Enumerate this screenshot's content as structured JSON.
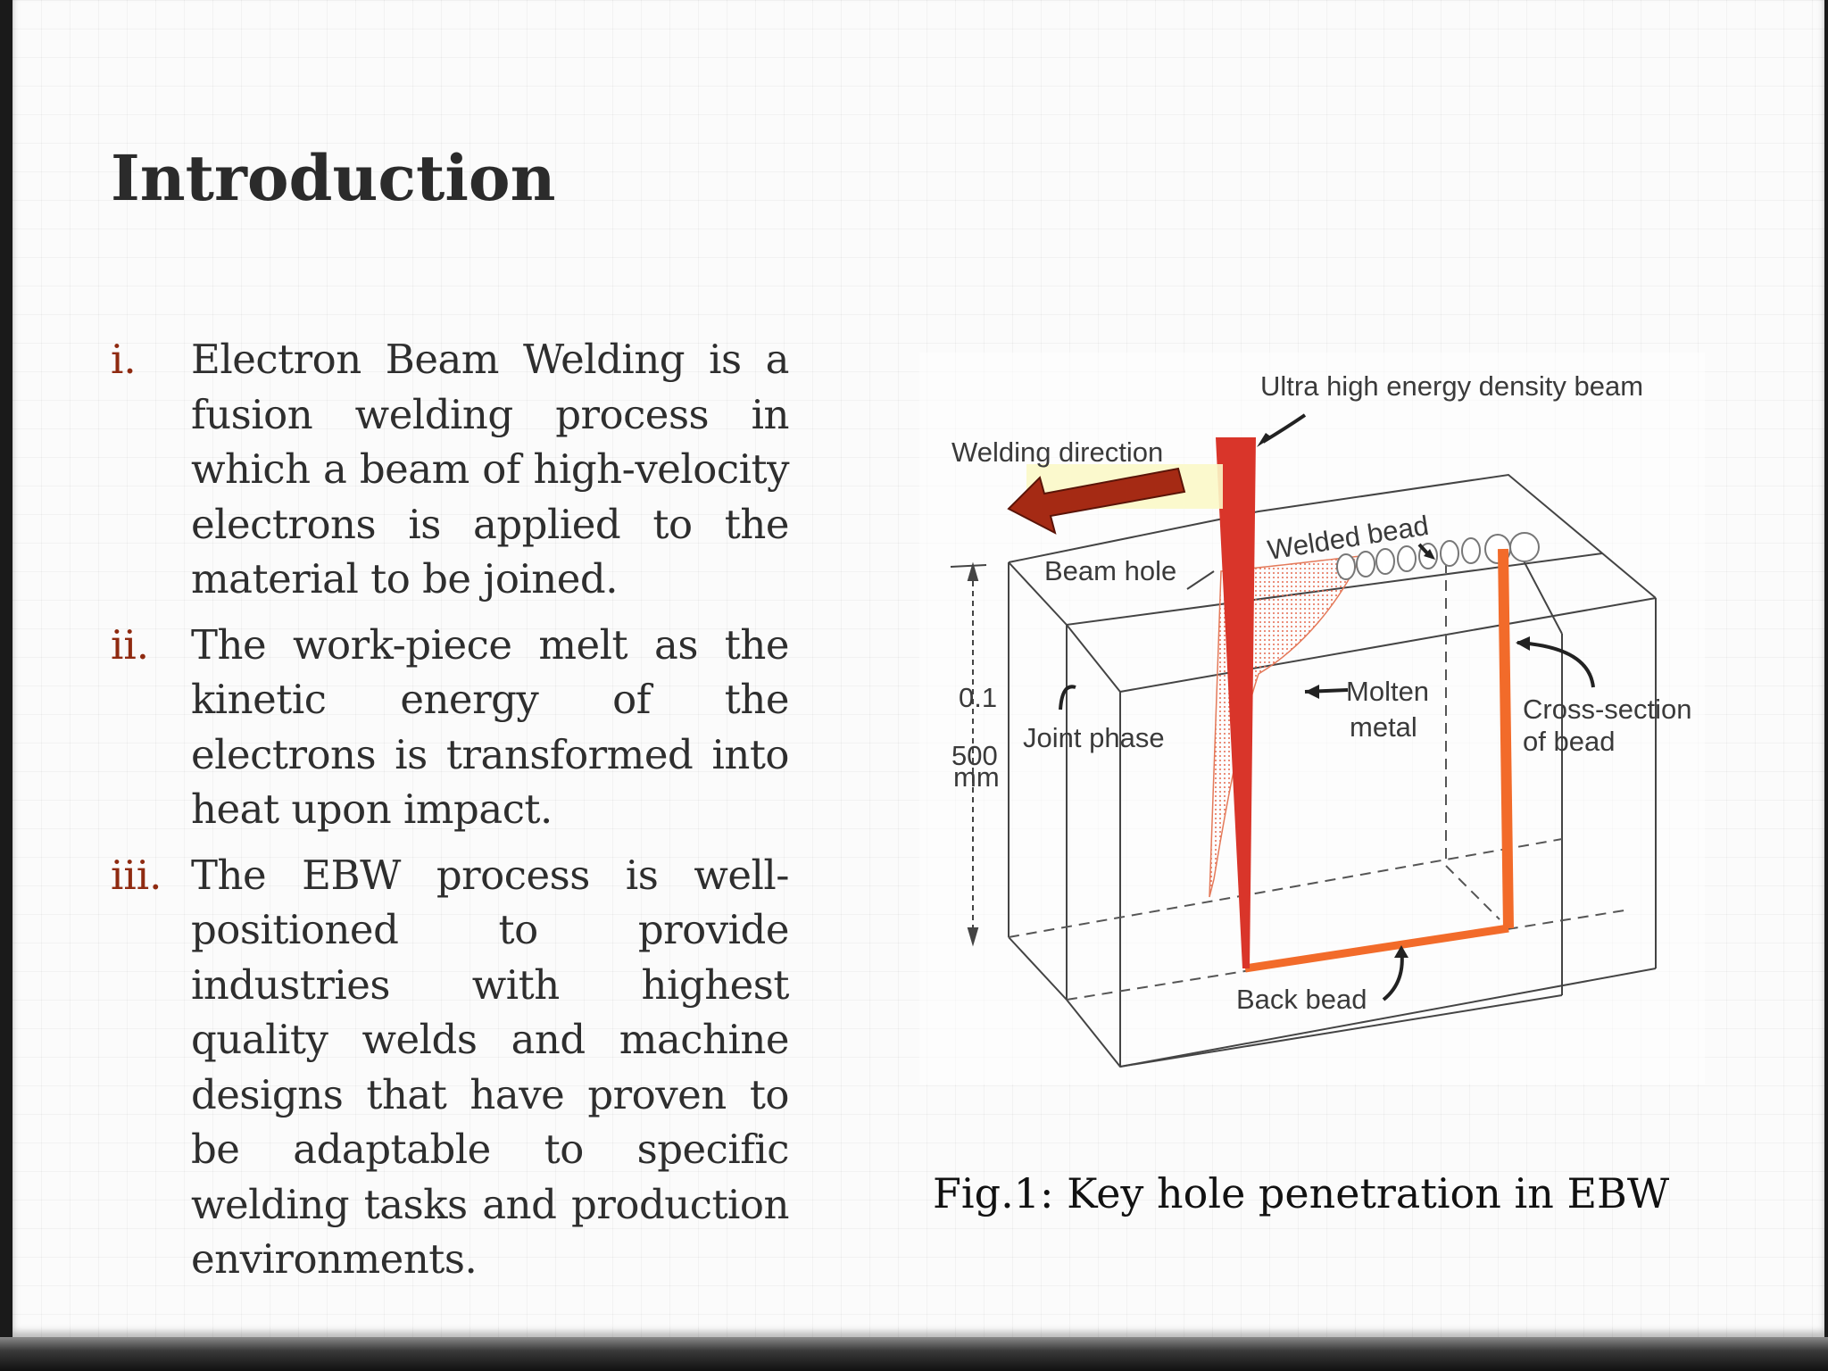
{
  "slide": {
    "title": "Introduction",
    "items": [
      {
        "marker": "i.",
        "text": "Electron Beam Welding is a fusion welding process in which a beam of high-velocity electrons is applied to the material to be joined."
      },
      {
        "marker": "ii.",
        "text": "The work-piece melt as the kinetic energy of the electrons is transformed into heat upon impact."
      },
      {
        "marker": "iii.",
        "text": "The EBW process is well-positioned to provide industries with highest quality welds and machine designs that have proven to be adaptable to specific welding tasks and production environments."
      }
    ],
    "figure": {
      "labels": {
        "beam": "Ultra high energy density beam",
        "direction": "Welding direction",
        "welded_bead": "Welded bead",
        "beam_hole": "Beam hole",
        "dim_top": "0.1",
        "dim_bottom": "500",
        "dim_unit": "mm",
        "joint_phase": "Joint phase",
        "molten_1": "Molten",
        "molten_2": "metal",
        "cross_1": "Cross-section",
        "cross_2": "of bead",
        "back_bead": "Back bead"
      },
      "caption": "Fig.1: Key hole penetration in EBW"
    },
    "colors": {
      "accent": "#8f2a10",
      "beam": "#d9352a",
      "bead": "#f26b2a",
      "arrow": "#a52a14"
    }
  }
}
